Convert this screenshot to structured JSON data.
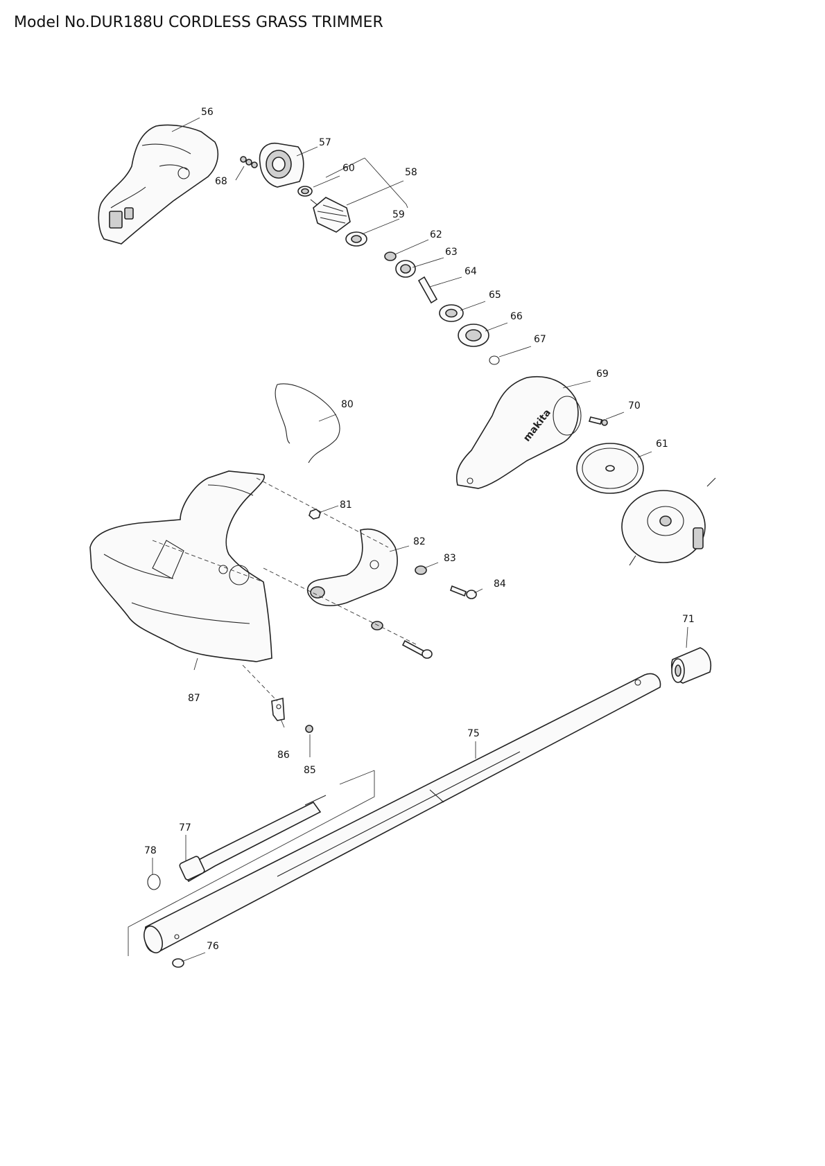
{
  "title": "Model No.DUR188U CORDLESS GRASS TRIMMER",
  "callouts": [
    {
      "id": "56",
      "label": "56"
    },
    {
      "id": "57",
      "label": "57"
    },
    {
      "id": "58",
      "label": "58"
    },
    {
      "id": "59",
      "label": "59"
    },
    {
      "id": "60",
      "label": "60"
    },
    {
      "id": "61",
      "label": "61"
    },
    {
      "id": "62",
      "label": "62"
    },
    {
      "id": "63",
      "label": "63"
    },
    {
      "id": "64",
      "label": "64"
    },
    {
      "id": "65",
      "label": "65"
    },
    {
      "id": "66",
      "label": "66"
    },
    {
      "id": "67",
      "label": "67"
    },
    {
      "id": "68",
      "label": "68"
    },
    {
      "id": "69",
      "label": "69"
    },
    {
      "id": "70",
      "label": "70"
    },
    {
      "id": "71",
      "label": "71"
    },
    {
      "id": "75",
      "label": "75"
    },
    {
      "id": "76",
      "label": "76"
    },
    {
      "id": "77",
      "label": "77"
    },
    {
      "id": "78",
      "label": "78"
    },
    {
      "id": "80",
      "label": "80"
    },
    {
      "id": "81",
      "label": "81"
    },
    {
      "id": "82",
      "label": "82"
    },
    {
      "id": "83",
      "label": "83"
    },
    {
      "id": "84",
      "label": "84"
    },
    {
      "id": "85",
      "label": "85"
    },
    {
      "id": "86",
      "label": "86"
    },
    {
      "id": "87",
      "label": "87"
    }
  ],
  "logo_text": "makita"
}
